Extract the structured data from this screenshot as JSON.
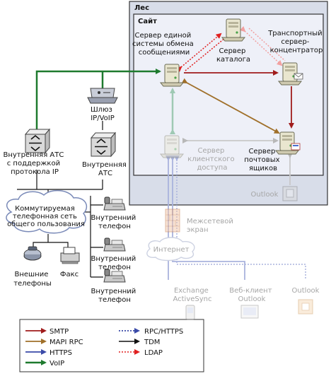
{
  "forest": {
    "title": "Лес"
  },
  "site": {
    "title": "Сайт"
  },
  "nodes": {
    "um_server": {
      "lines": [
        "Сервер единой",
        "системы обмена",
        "сообщениями"
      ]
    },
    "catalog_server": {
      "lines": [
        "Сервер",
        "каталога"
      ]
    },
    "hub_server": {
      "lines": [
        "Транспортный",
        "сервер-",
        "концентратор"
      ]
    },
    "cas_server": {
      "lines": [
        "Сервер",
        "клиентского",
        "доступа"
      ]
    },
    "mailbox_server": {
      "lines": [
        "Сервер",
        "почтовых",
        "ящиков"
      ]
    },
    "outlook_inner": {
      "lines": [
        "Outlook"
      ]
    },
    "voip_gateway": {
      "lines": [
        "Шлюз",
        "IP/VoIP"
      ]
    },
    "ip_pbx": {
      "lines": [
        "Внутренняя АТС",
        "с поддержкой",
        "протокола IP"
      ]
    },
    "pbx": {
      "lines": [
        "Внутренняя",
        "АТС"
      ]
    },
    "pstn": {
      "lines": [
        "Коммутируемая",
        "телефонная сеть",
        "общего пользования"
      ]
    },
    "phone_1": {
      "lines": [
        "Внутренний",
        "телефон"
      ]
    },
    "phone_2": {
      "lines": [
        "Внутренний",
        "телефон"
      ]
    },
    "phone_3": {
      "lines": [
        "Внутренний",
        "телефон"
      ]
    },
    "external_phones": {
      "lines": [
        "Внешние",
        "телефоны"
      ]
    },
    "fax": {
      "lines": [
        "Факс"
      ]
    },
    "firewall": {
      "lines": [
        "Межсетевой",
        "экран"
      ]
    },
    "internet": {
      "lines": [
        "Интернет"
      ]
    },
    "activesync": {
      "lines": [
        "Exchange",
        "ActiveSync"
      ]
    },
    "web_client": {
      "lines": [
        "Веб-клиент",
        "Outlook"
      ]
    },
    "outlook_outer": {
      "lines": [
        "Outlook"
      ]
    }
  },
  "legend": {
    "items": [
      {
        "label": "SMTP",
        "color": "#a01c1c",
        "style": "solid"
      },
      {
        "label": "MAPI RPC",
        "color": "#a0702a",
        "style": "solid"
      },
      {
        "label": "HTTPS",
        "color": "#3a4aa8",
        "style": "solid"
      },
      {
        "label": "VoIP",
        "color": "#1e7a2e",
        "style": "solid"
      },
      {
        "label": "RPC/HTTPS",
        "color": "#3a4aa8",
        "style": "dotted"
      },
      {
        "label": "TDM",
        "color": "#111111",
        "style": "solid"
      },
      {
        "label": "LDAP",
        "color": "#e02020",
        "style": "dotted"
      }
    ]
  }
}
